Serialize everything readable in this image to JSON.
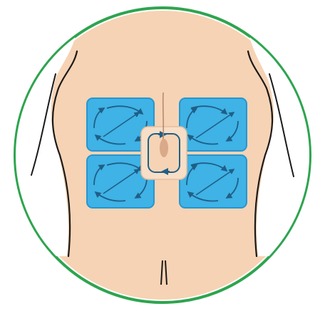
{
  "illustration": {
    "icon": "abdomen-injection-sites-icon",
    "colors": {
      "ring": "#2EA44F",
      "skin": "#F6D3B4",
      "outline": "#1A1A1A",
      "zone_fill": "#3FB2E6",
      "zone_edge": "#2796D0",
      "arrow": "#1F5F86",
      "navel_area": "#F8DEC6",
      "navel": "#D9A98A"
    },
    "zones": [
      {
        "name": "upper-left-injection-zone"
      },
      {
        "name": "upper-right-injection-zone"
      },
      {
        "name": "lower-left-injection-zone"
      },
      {
        "name": "lower-right-injection-zone"
      }
    ]
  }
}
